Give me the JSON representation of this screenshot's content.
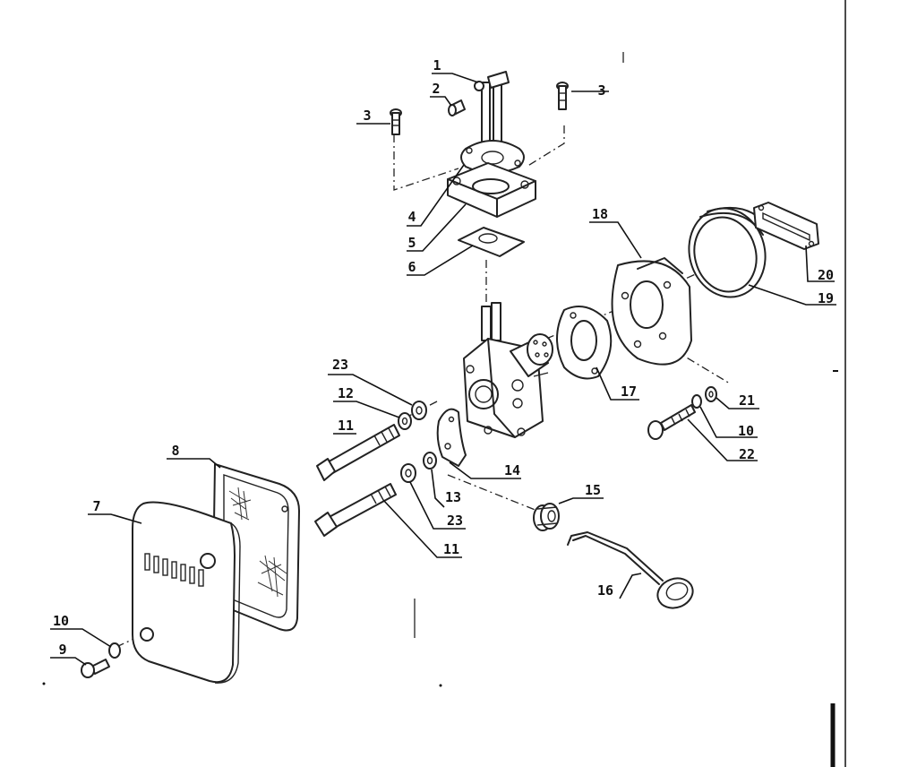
{
  "labels": {
    "p1": "1",
    "p2": "2",
    "p3a": "3",
    "p3b": "3",
    "p4": "4",
    "p5": "5",
    "p6": "6",
    "p7": "7",
    "p8": "8",
    "p9": "9",
    "p10a": "10",
    "p10b": "10",
    "p11a": "11",
    "p11b": "11",
    "p12": "12",
    "p13": "13",
    "p14": "14",
    "p15": "15",
    "p16": "16",
    "p17": "17",
    "p18": "18",
    "p19": "19",
    "p20": "20",
    "p21": "21",
    "p22": "22",
    "p23a": "23",
    "p23b": "23"
  }
}
